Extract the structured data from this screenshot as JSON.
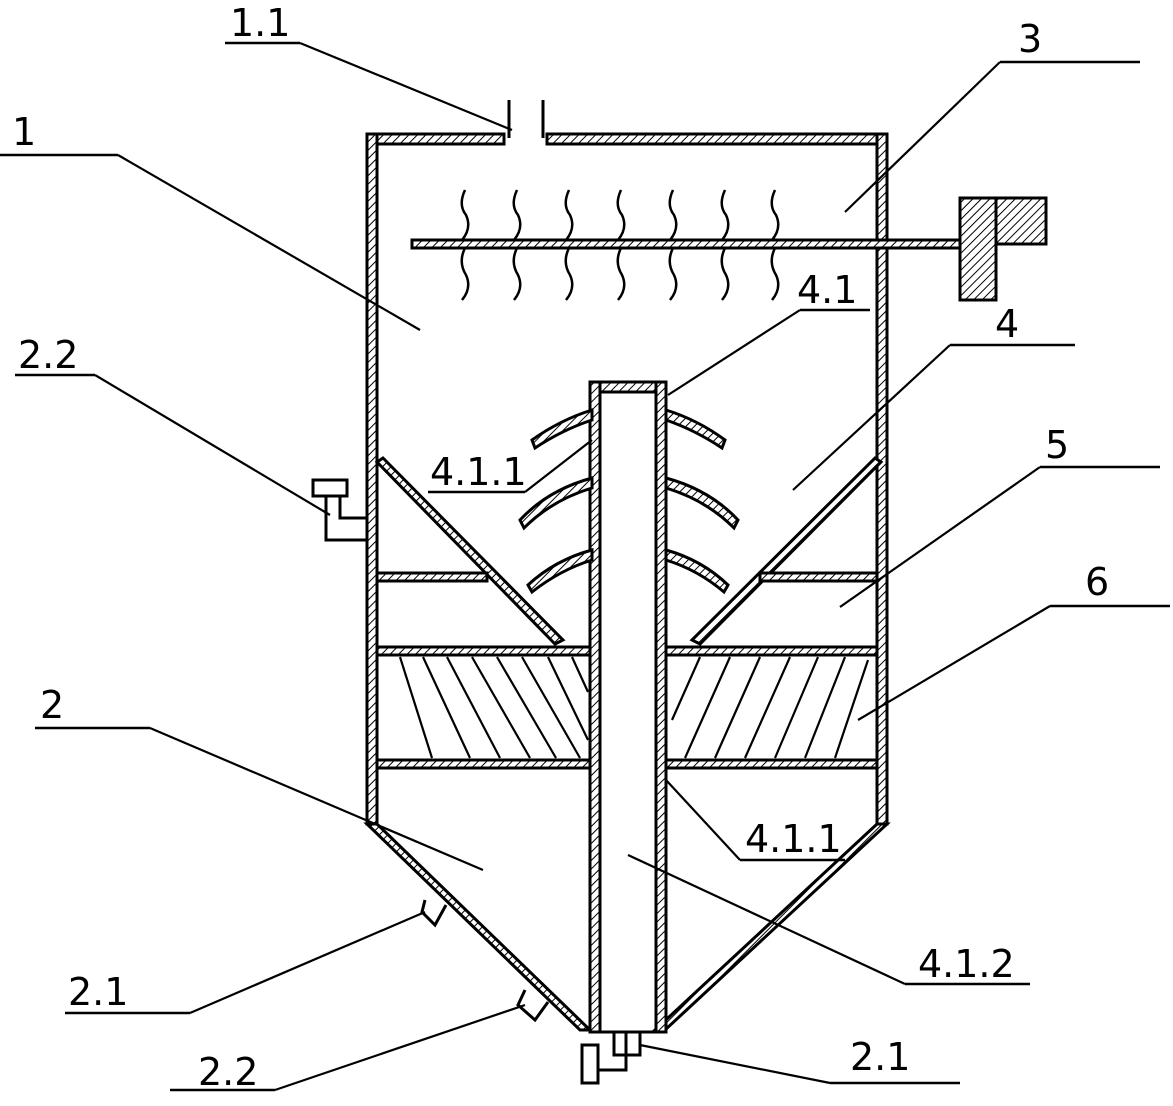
{
  "labels": {
    "l_1_1": "1.1",
    "l_1": "1",
    "l_3": "3",
    "l_2_2_top": "2.2",
    "l_4_1": "4.1",
    "l_4": "4",
    "l_4_1_1_upper": "4.1.1",
    "l_5": "5",
    "l_6": "6",
    "l_2": "2",
    "l_4_1_1_lower": "4.1.1",
    "l_4_1_2": "4.1.2",
    "l_2_1_left": "2.1",
    "l_2_2_bottom": "2.2",
    "l_2_1_right": "2.1"
  }
}
